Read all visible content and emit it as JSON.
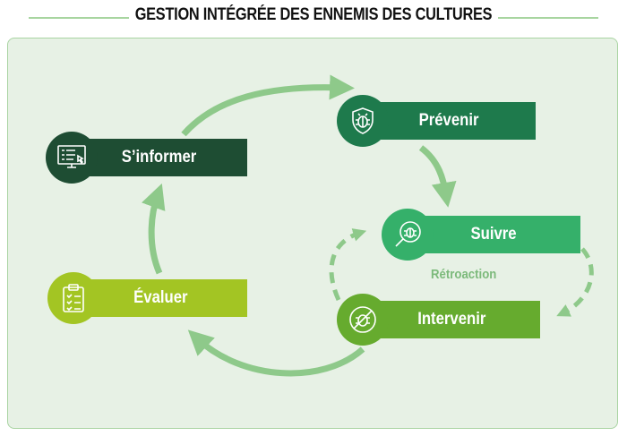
{
  "title": "GESTION INTÉGRÉE DES ENNEMIS DES CULTURES",
  "steps": {
    "informer": {
      "label": "S’informer",
      "icon": "computer-checklist-icon",
      "color": "#1e4d33"
    },
    "prevenir": {
      "label": "Prévenir",
      "icon": "shield-bug-icon",
      "color": "#1e7a4c"
    },
    "suivre": {
      "label": "Suivre",
      "icon": "magnifier-bug-icon",
      "color": "#35b06a"
    },
    "intervenir": {
      "label": "Intervenir",
      "icon": "no-bug-icon",
      "color": "#66ab2e"
    },
    "evaluer": {
      "label": "Évaluer",
      "icon": "clipboard-checklist-icon",
      "color": "#a3c523"
    }
  },
  "feedback_label": "Rétroaction",
  "arrow_color": "#8ec98a"
}
